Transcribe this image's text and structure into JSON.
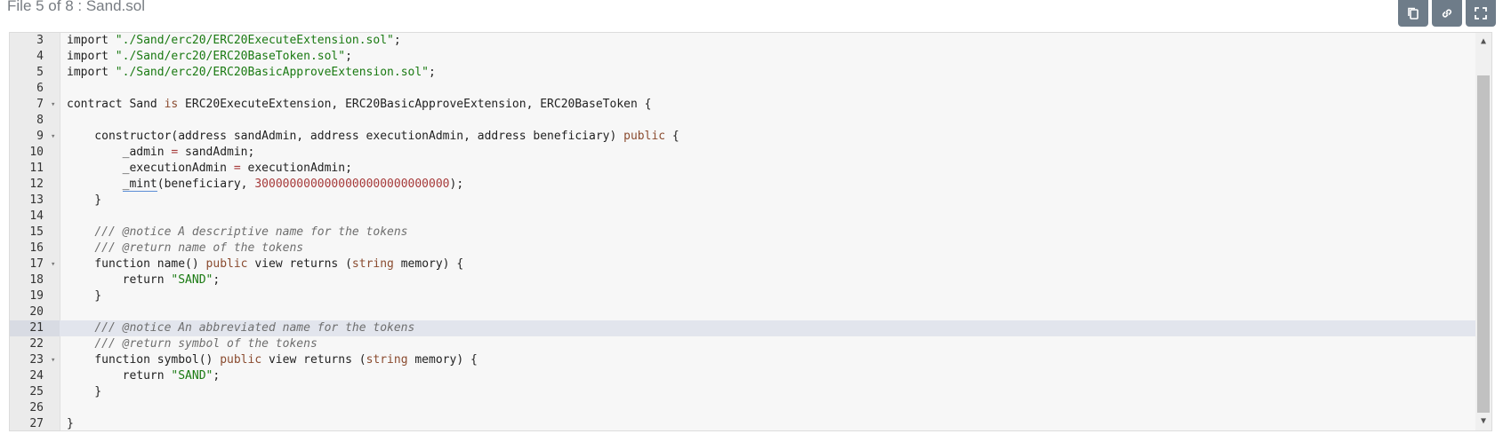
{
  "header": {
    "file_title": "File 5 of 8 : Sand.sol"
  },
  "toolbar": {
    "buttons": [
      {
        "name": "copy",
        "icon": "copy-icon"
      },
      {
        "name": "link",
        "icon": "link-icon"
      },
      {
        "name": "fullscreen",
        "icon": "expand-icon"
      }
    ]
  },
  "editor": {
    "active_line": 21,
    "lines": [
      {
        "n": "3",
        "fold": false,
        "tokens": [
          [
            "t",
            "import "
          ],
          [
            "s",
            "\"./Sand/erc20/ERC20ExecuteExtension.sol\""
          ],
          [
            "t",
            ";"
          ]
        ]
      },
      {
        "n": "4",
        "fold": false,
        "tokens": [
          [
            "t",
            "import "
          ],
          [
            "s",
            "\"./Sand/erc20/ERC20BaseToken.sol\""
          ],
          [
            "t",
            ";"
          ]
        ]
      },
      {
        "n": "5",
        "fold": false,
        "tokens": [
          [
            "t",
            "import "
          ],
          [
            "s",
            "\"./Sand/erc20/ERC20BasicApproveExtension.sol\""
          ],
          [
            "t",
            ";"
          ]
        ]
      },
      {
        "n": "6",
        "fold": false,
        "tokens": []
      },
      {
        "n": "7",
        "fold": true,
        "tokens": [
          [
            "t",
            "contract Sand "
          ],
          [
            "m",
            "is"
          ],
          [
            "t",
            " ERC20ExecuteExtension, ERC20BasicApproveExtension, ERC20BaseToken {"
          ]
        ]
      },
      {
        "n": "8",
        "fold": false,
        "tokens": []
      },
      {
        "n": "9",
        "fold": true,
        "tokens": [
          [
            "t",
            "    constructor(address sandAdmin, address executionAdmin, address beneficiary) "
          ],
          [
            "m",
            "public"
          ],
          [
            "t",
            " {"
          ]
        ]
      },
      {
        "n": "10",
        "fold": false,
        "tokens": [
          [
            "t",
            "        _admin "
          ],
          [
            "o",
            "="
          ],
          [
            "t",
            " sandAdmin;"
          ]
        ]
      },
      {
        "n": "11",
        "fold": false,
        "tokens": [
          [
            "t",
            "        _executionAdmin "
          ],
          [
            "o",
            "="
          ],
          [
            "t",
            " executionAdmin;"
          ]
        ]
      },
      {
        "n": "12",
        "fold": false,
        "tokens": [
          [
            "t",
            "        "
          ],
          [
            "u",
            "_mint"
          ],
          [
            "t",
            "(beneficiary, "
          ],
          [
            "n",
            "3000000000000000000000000000"
          ],
          [
            "t",
            ");"
          ]
        ]
      },
      {
        "n": "13",
        "fold": false,
        "tokens": [
          [
            "t",
            "    }"
          ]
        ]
      },
      {
        "n": "14",
        "fold": false,
        "tokens": []
      },
      {
        "n": "15",
        "fold": false,
        "tokens": [
          [
            "t",
            "    "
          ],
          [
            "c",
            "/// @notice A descriptive name for the tokens"
          ]
        ]
      },
      {
        "n": "16",
        "fold": false,
        "tokens": [
          [
            "t",
            "    "
          ],
          [
            "c",
            "/// @return name of the tokens"
          ]
        ]
      },
      {
        "n": "17",
        "fold": true,
        "tokens": [
          [
            "t",
            "    function name() "
          ],
          [
            "m",
            "public"
          ],
          [
            "t",
            " view returns ("
          ],
          [
            "m",
            "string"
          ],
          [
            "t",
            " memory) {"
          ]
        ]
      },
      {
        "n": "18",
        "fold": false,
        "tokens": [
          [
            "t",
            "        return "
          ],
          [
            "s",
            "\"SAND\""
          ],
          [
            "t",
            ";"
          ]
        ]
      },
      {
        "n": "19",
        "fold": false,
        "tokens": [
          [
            "t",
            "    }"
          ]
        ]
      },
      {
        "n": "20",
        "fold": false,
        "tokens": []
      },
      {
        "n": "21",
        "fold": false,
        "tokens": [
          [
            "t",
            "    "
          ],
          [
            "c",
            "/// @notice An abbreviated name for the tokens"
          ]
        ]
      },
      {
        "n": "22",
        "fold": false,
        "tokens": [
          [
            "t",
            "    "
          ],
          [
            "c",
            "/// @return symbol of the tokens"
          ]
        ]
      },
      {
        "n": "23",
        "fold": true,
        "tokens": [
          [
            "t",
            "    function symbol() "
          ],
          [
            "m",
            "public"
          ],
          [
            "t",
            " view returns ("
          ],
          [
            "m",
            "string"
          ],
          [
            "t",
            " memory) {"
          ]
        ]
      },
      {
        "n": "24",
        "fold": false,
        "tokens": [
          [
            "t",
            "        return "
          ],
          [
            "s",
            "\"SAND\""
          ],
          [
            "t",
            ";"
          ]
        ]
      },
      {
        "n": "25",
        "fold": false,
        "tokens": [
          [
            "t",
            "    }"
          ]
        ]
      },
      {
        "n": "26",
        "fold": false,
        "tokens": []
      },
      {
        "n": "27",
        "fold": false,
        "tokens": [
          [
            "t",
            "}"
          ]
        ]
      }
    ]
  }
}
